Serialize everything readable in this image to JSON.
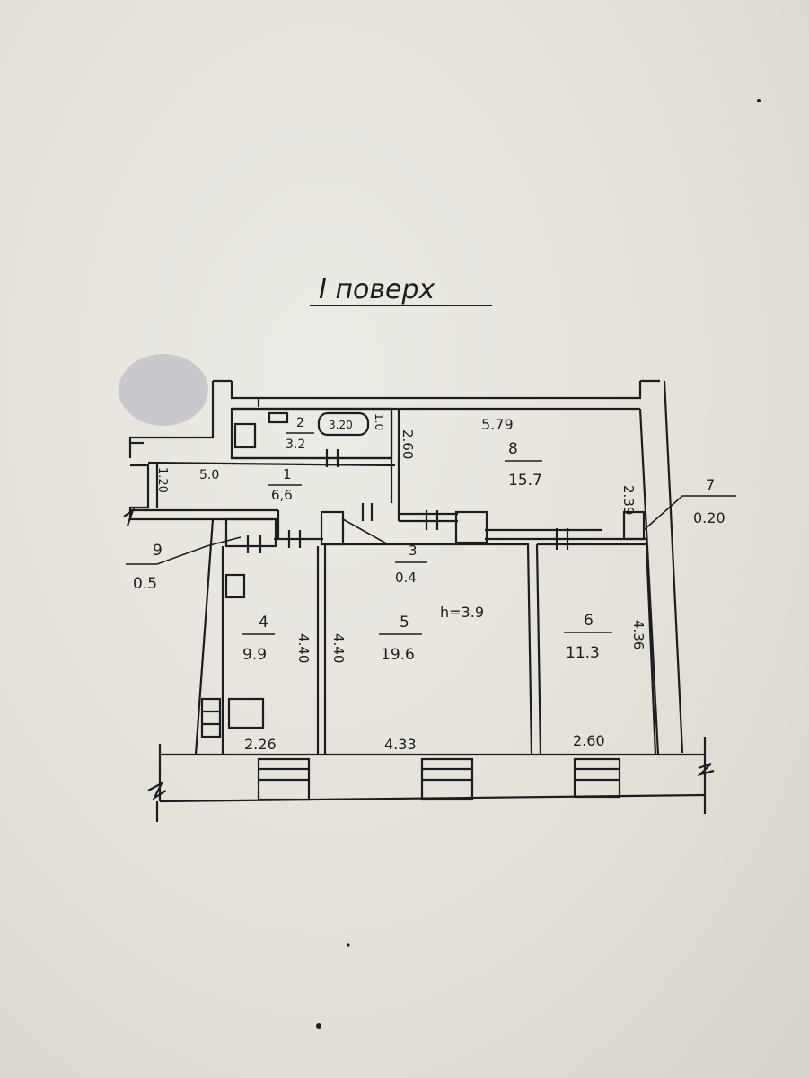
{
  "title": "I поверх",
  "height_label": "h=3.9",
  "rooms": [
    {
      "number": "1",
      "area": "6,6"
    },
    {
      "number": "2",
      "area": "3.2"
    },
    {
      "number": "3",
      "area": "0.4"
    },
    {
      "number": "4",
      "area": "9.9"
    },
    {
      "number": "5",
      "area": "19.6"
    },
    {
      "number": "6",
      "area": "11.3"
    },
    {
      "number": "7",
      "area": "0.20"
    },
    {
      "number": "8",
      "area": "15.7"
    },
    {
      "number": "9",
      "area": "0.5"
    }
  ],
  "dimensions": {
    "d_579": "5.79",
    "d_239": "2.39",
    "d_260v": "2.60",
    "d_10": "1.0",
    "d_320": "3.20",
    "d_50": "5.0",
    "d_120": "1.20",
    "d_440_room4": "4.40",
    "d_440_room5": "4.40",
    "d_436": "4.36",
    "d_226": "2.26",
    "d_433": "4.33",
    "d_260h": "2.60"
  },
  "colors": {
    "paper": "#e6e3dc",
    "ink": "#1d1d1f",
    "redaction": "#c9c9cd"
  }
}
